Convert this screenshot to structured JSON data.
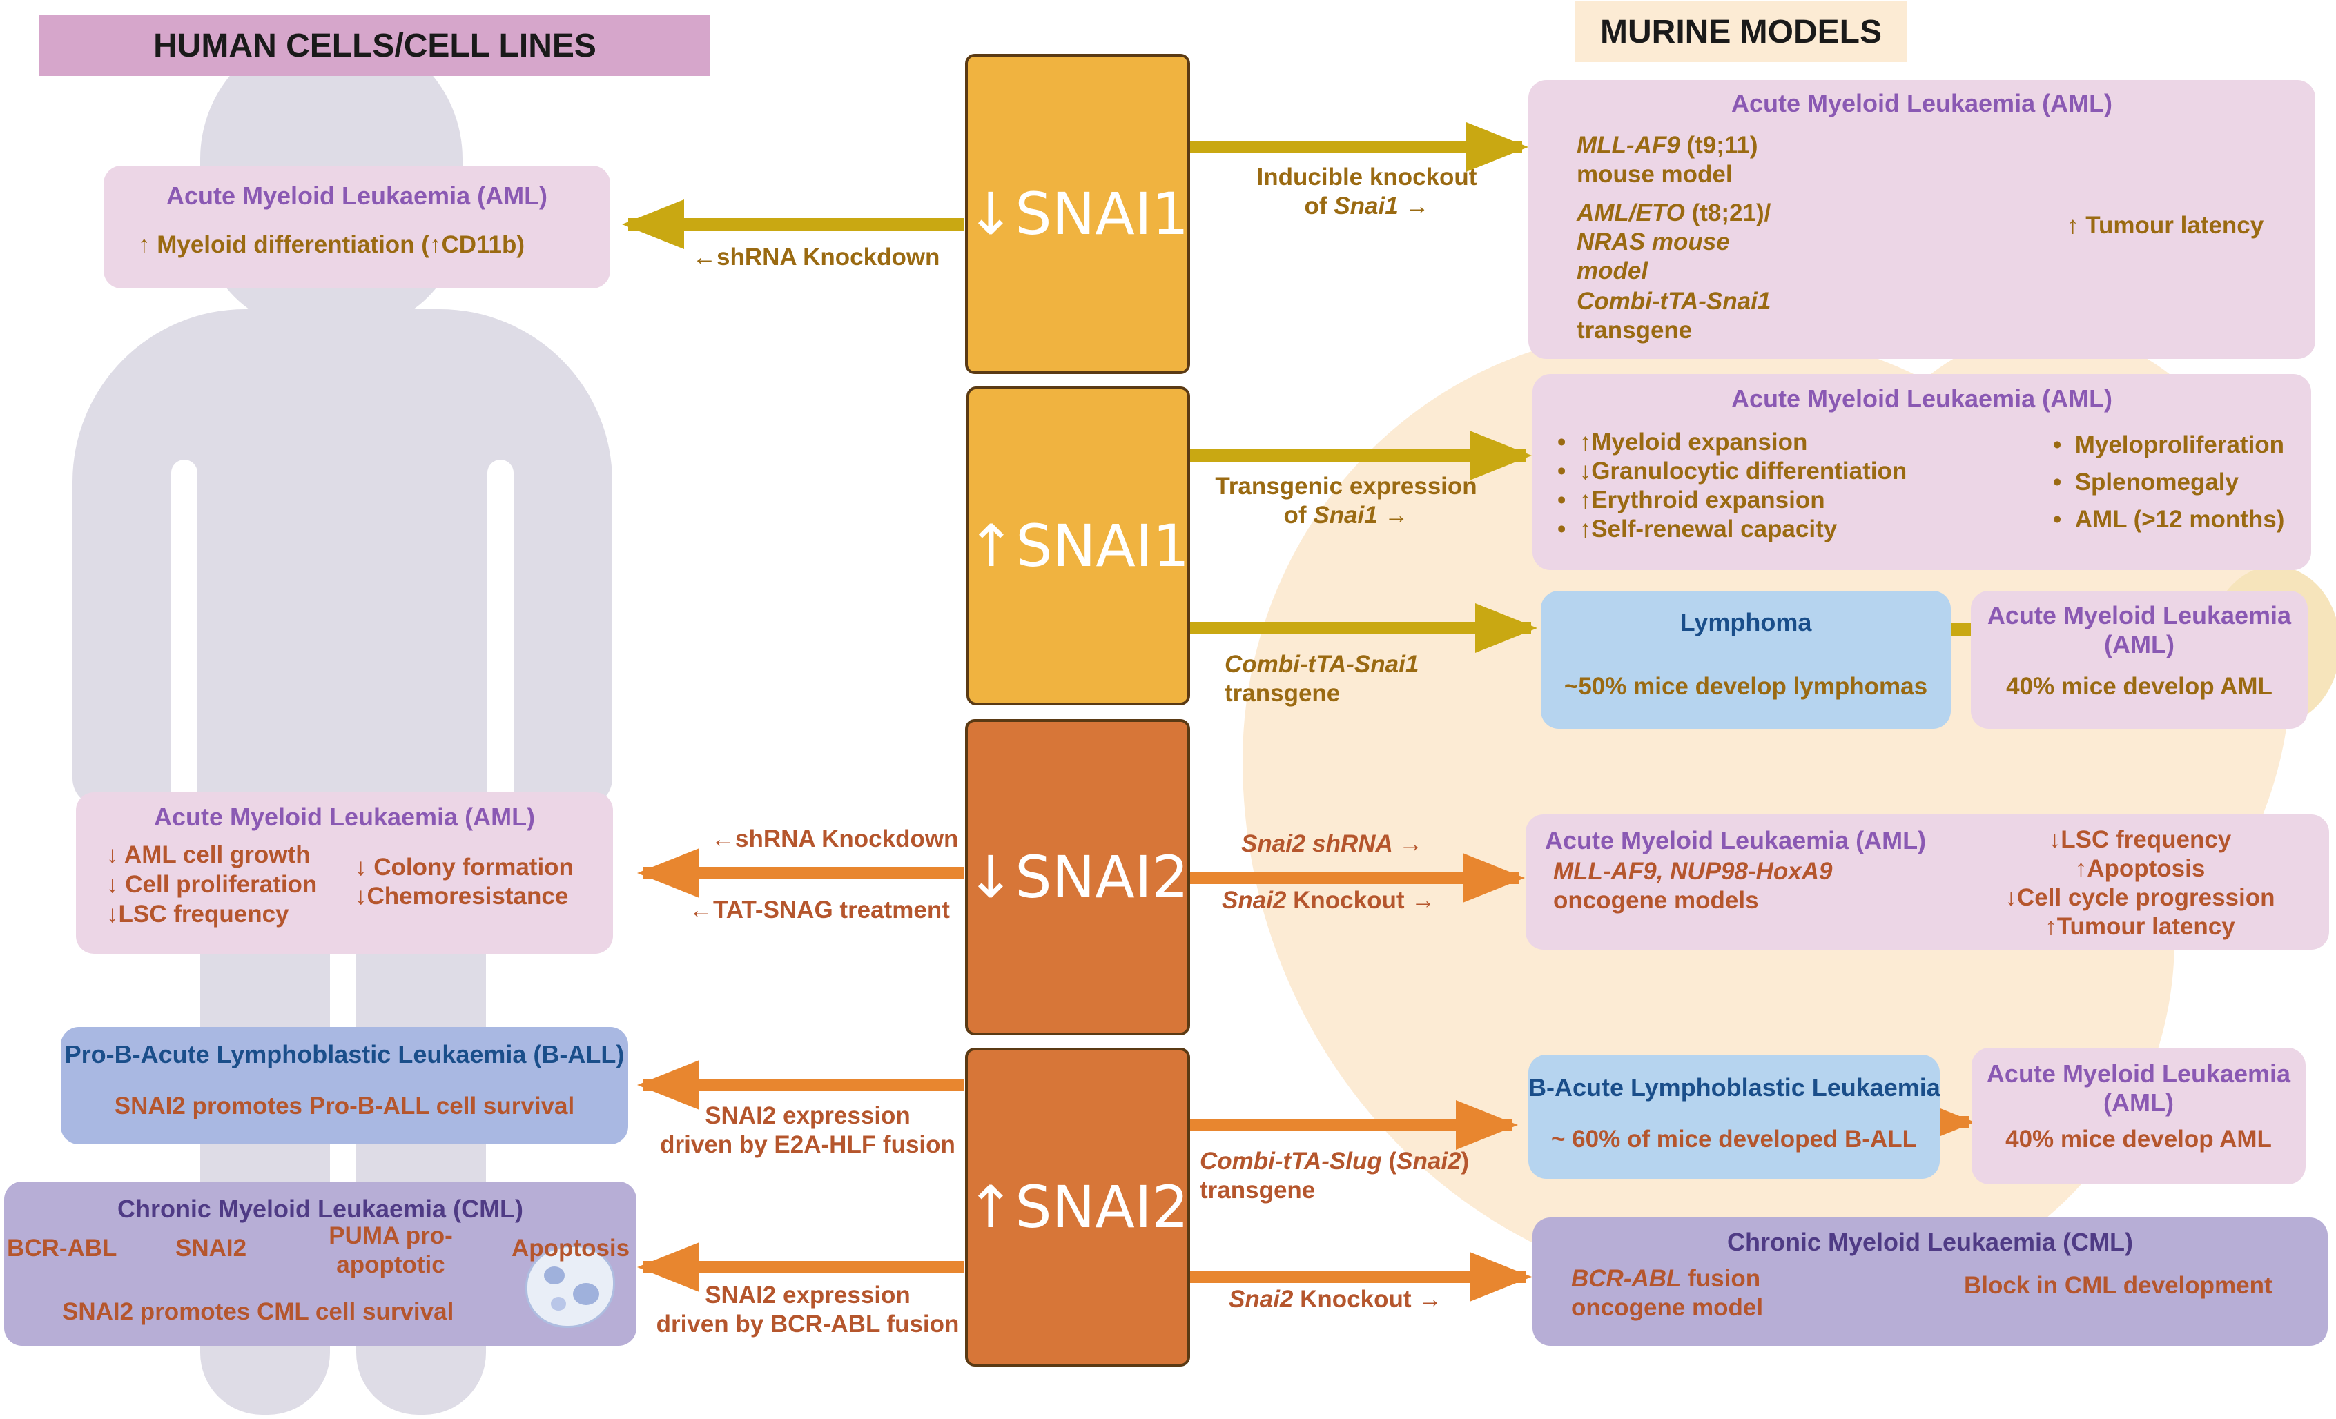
{
  "colors": {
    "gold_arrow": "#c9a812",
    "orange_arrow": "#e8862f",
    "snai_light": "#f0b340",
    "snai_dark": "#d77638",
    "aml_box": "#ecd6e6",
    "lymphoma_box": "#b6d4ef",
    "cml_box": "#b7aed6",
    "ball_box": "#a9b8e2"
  },
  "headers": {
    "human": "HUMAN CELLS/CELL LINES",
    "murine": "MURINE MODELS"
  },
  "center": {
    "snai1_down": "↓SNAI1",
    "snai1_up": "↑SNAI1",
    "snai2_down": "↓SNAI2",
    "snai2_up": "↑SNAI2"
  },
  "left": {
    "aml_top": {
      "title": "Acute Myeloid Leukaemia (AML)",
      "text": "↑ Myeloid differentiation (↑CD11b)"
    },
    "arrow1_label": "←shRNA Knockdown",
    "aml_mid": {
      "title": "Acute Myeloid Leukaemia (AML)",
      "col1": [
        "↓ AML cell growth",
        "↓ Cell proliferation",
        "↓LSC frequency"
      ],
      "col2": [
        "↓ Colony formation",
        "↓Chemoresistance"
      ]
    },
    "arrow3_label1": "←shRNA Knockdown",
    "arrow3_label2": "←TAT-SNAG treatment",
    "ball": {
      "title": "Pro-B-Acute Lymphoblastic Leukaemia (B-ALL)",
      "text": "SNAI2 promotes Pro-B-ALL  cell survival"
    },
    "arrow4_label": [
      "SNAI2 expression",
      "driven by E2A-HLF fusion"
    ],
    "cml": {
      "title": "Chronic Myeloid Leukaemia (CML)",
      "bcr": "BCR-ABL",
      "snai2": "SNAI2",
      "puma": [
        "PUMA pro-",
        "apoptotic"
      ],
      "apoptosis": "Apoptosis",
      "text": "SNAI2 promotes CML cell survival"
    },
    "arrow5_label": [
      "SNAI2 expression",
      "driven by BCR-ABL fusion"
    ]
  },
  "right": {
    "ko_label": [
      "Inducible knockout",
      "of ",
      "Snai1",
      " →"
    ],
    "aml1": {
      "title": "Acute Myeloid Leukaemia (AML)",
      "model1_it": "MLL-AF9",
      "model1_rest": " (t9;11)",
      "model1_line2": "mouse model",
      "model2_line1_it": "AML/ETO",
      "model2_line1_rest": " (t8;21)/",
      "model2_line2": "NRAS mouse",
      "model2_line3": "model",
      "model3_line1": "Combi-tTA-Snai1",
      "model3_line2": "transgene",
      "outcome": "↑ Tumour latency"
    },
    "tg_label": [
      "Transgenic expression",
      "of ",
      "Snai1",
      " →"
    ],
    "aml2": {
      "title": "Acute Myeloid Leukaemia (AML)",
      "list1": [
        "↑Myeloid expansion",
        "↓Granulocytic differentiation",
        "↑Erythroid expansion",
        "↑Self-renewal capacity"
      ],
      "list2": [
        "Myeloproliferation",
        "Splenomegaly",
        "AML (>12 months)"
      ]
    },
    "combi_label": [
      "Combi-tTA-Snai1",
      "transgene"
    ],
    "lymphoma": {
      "title": "Lymphoma",
      "text": "~50% mice develop lymphomas"
    },
    "aml3": {
      "title": [
        "Acute Myeloid Leukaemia",
        "(AML)"
      ],
      "text": "40% mice develop AML"
    },
    "snai2_shrna_label": "Snai2 shRNA →",
    "snai2_ko_label": [
      "Snai2",
      " Knockout →"
    ],
    "aml4": {
      "title": "Acute Myeloid Leukaemia (AML)",
      "models": [
        "MLL-AF9, NUP98-HoxA9",
        "oncogene models"
      ],
      "outcomes": [
        "↓LSC frequency",
        "↑Apoptosis",
        "↓Cell cycle progression",
        "↑Tumour latency"
      ]
    },
    "slug_label": [
      "Combi-tTA-Slug",
      " (",
      "Snai2",
      ")",
      "transgene"
    ],
    "ball": {
      "title": "B-Acute Lymphoblastic Leukaemia",
      "text": "~ 60% of mice developed B-ALL"
    },
    "aml5": {
      "title": [
        "Acute Myeloid Leukaemia",
        "(AML)"
      ],
      "text": "40% mice develop AML"
    },
    "snai2_ko2_label": [
      "Snai2",
      " Knockout →"
    ],
    "cml": {
      "title": "Chronic Myeloid Leukaemia (CML)",
      "model_it": "BCR-ABL",
      "model_rest": " fusion",
      "model_line2": "oncogene model",
      "outcome": "Block in CML development"
    }
  }
}
